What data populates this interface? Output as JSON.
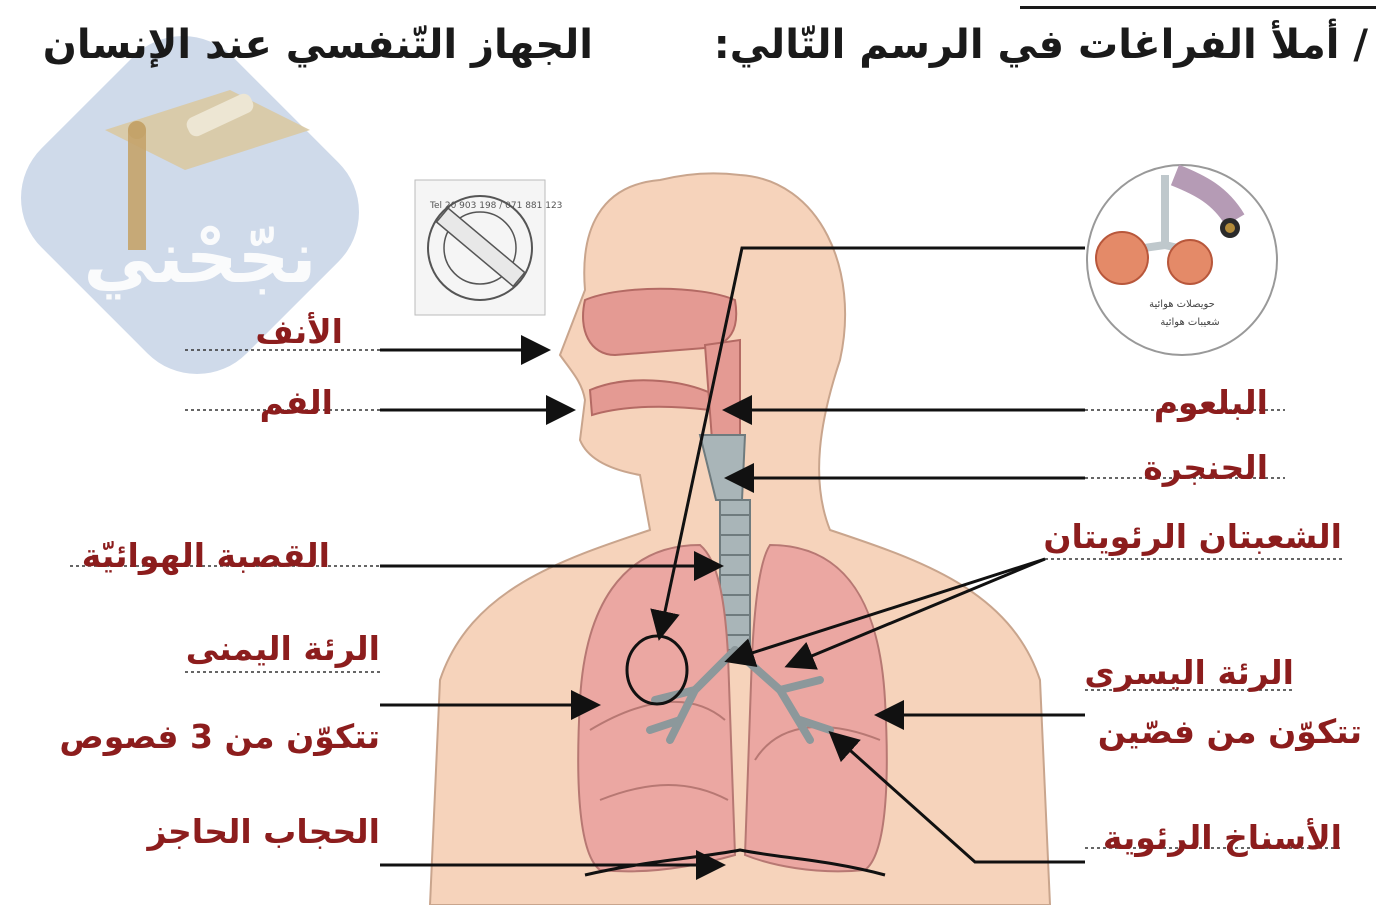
{
  "heading": {
    "instruction": "/ أملأ الفراغات في الرسم التّالي:",
    "title": "الجهاز التّنفسي عند الإنسان"
  },
  "watermark": {
    "text": "نجّحْني"
  },
  "labels": {
    "nose": "الأنف",
    "mouth": "الفم",
    "pharynx": "البلعوم",
    "larynx": "الحنجرة",
    "trachea": "القصبة الهوائيّة",
    "bronchi": "الشعبتان الرئويتان",
    "right_lung": "الرئة اليمنى",
    "right_lung_lobes": "تتكوّن من 3 فصوص",
    "left_lung": "الرئة اليسرى",
    "left_lung_lobes": "تتكوّن من فصّين",
    "diaphragm": "الحجاب الحاجز",
    "bronchioles": "الأسناخ الرئوية"
  },
  "inset": {
    "alveoli": "حويصلات هوائية",
    "air_sacs": "شعيبات هوائية"
  },
  "stamp": {
    "text": "Tel 20 903 198 / 071 881 123"
  },
  "colors": {
    "skin": "#f6d3bb",
    "lung": "#eba7a2",
    "nasal": "#e49a93",
    "trachea": "#a9b5b8",
    "label": "#8c1d1d",
    "arrow": "#111111"
  }
}
